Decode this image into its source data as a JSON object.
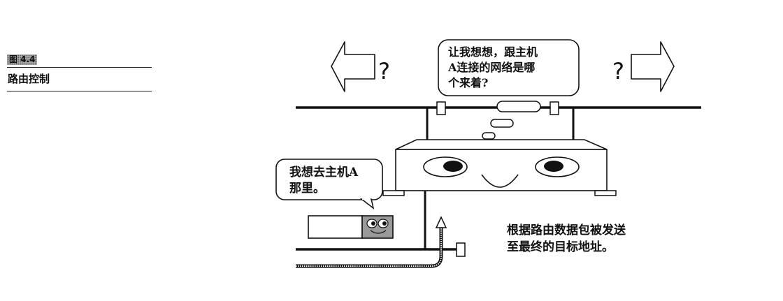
{
  "figure": {
    "label": "图 4.4",
    "title": "路由控制"
  },
  "router_bubble": {
    "lines": [
      "让我想想，跟主机",
      "A连接的网络是哪",
      "个来着?"
    ]
  },
  "host_bubble": {
    "lines": [
      "我想去主机A",
      "那里。"
    ]
  },
  "note": {
    "lines": [
      "根据路由数据包被发送",
      "至最终的目标地址。"
    ]
  },
  "arrows": {
    "left_question": "?",
    "right_question": "?"
  }
}
